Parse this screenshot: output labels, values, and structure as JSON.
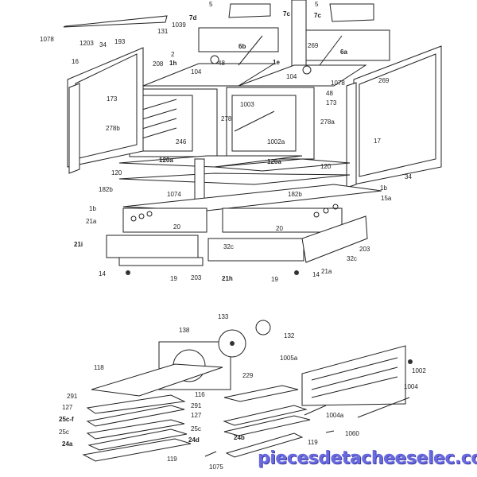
{
  "diagram": {
    "type": "exploded-parts-diagram",
    "subject": "oven",
    "labels": [
      "5",
      "5",
      "7c",
      "7d",
      "7c",
      "193",
      "1078",
      "1203",
      "34",
      "131",
      "1039",
      "16",
      "208",
      "2",
      "1h",
      "6b",
      "6a",
      "269",
      "269",
      "104",
      "48",
      "104",
      "1e",
      "1078",
      "48",
      "173",
      "173",
      "1003",
      "1002a",
      "278b",
      "278",
      "278a",
      "246",
      "17",
      "120a",
      "120",
      "120a",
      "120",
      "182b",
      "1074",
      "182b",
      "34",
      "1b",
      "1b",
      "15a",
      "21a",
      "20",
      "20",
      "21i",
      "32c",
      "32c",
      "203",
      "21h",
      "203",
      "21a",
      "14",
      "19",
      "19",
      "14",
      "138",
      "133",
      "132",
      "118",
      "229",
      "1005a",
      "1002",
      "1004",
      "291",
      "116",
      "291",
      "127",
      "127",
      "1004a",
      "25c-f",
      "25c",
      "25c",
      "24a",
      "24d",
      "24b",
      "1060",
      "119",
      "119",
      "1075"
    ]
  },
  "watermark": "piecesdetacheeselec.com"
}
